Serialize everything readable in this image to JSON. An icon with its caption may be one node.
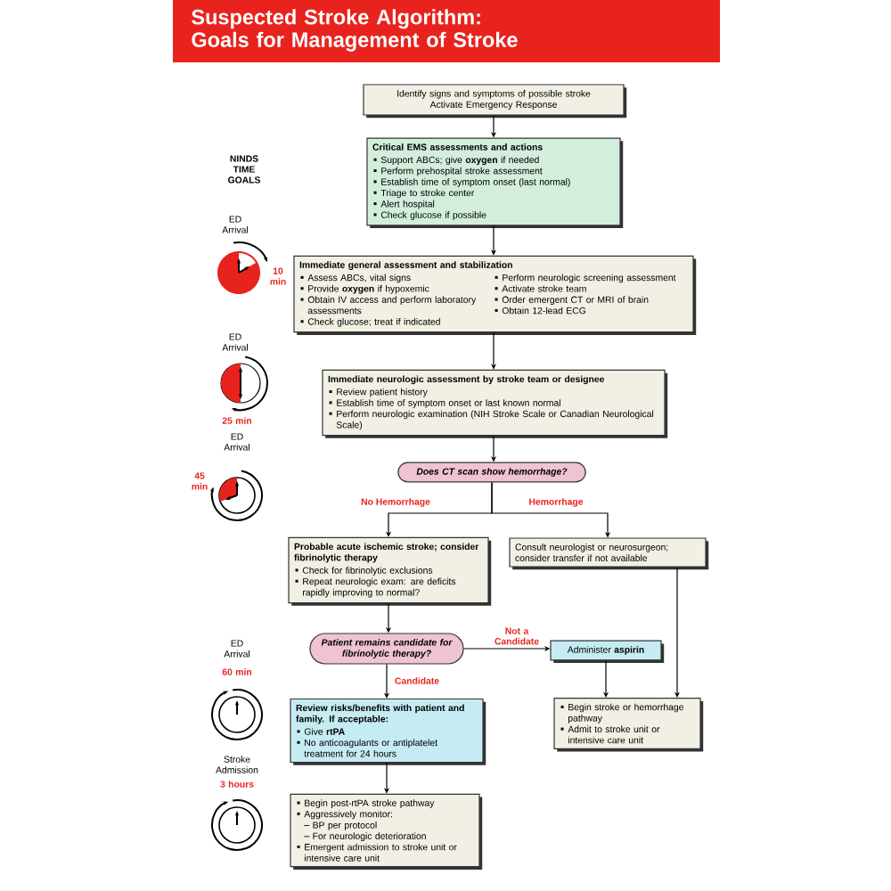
{
  "diagram": {
    "title": "Suspected Stroke Algorithm: Goals for Management of Stroke",
    "nodes": [
      {
        "text": [
          "Identify signs and symptoms of possible stroke",
          "Activate Emergency Response"
        ]
      },
      {
        "text": [
          "Critical EMS assessments and actions",
          "Support ABCs; give **oxygen** if needed",
          "Perform prehospital stroke assessment",
          "Establish time of symptom onset (last normal)",
          "Triage to stroke center",
          "Alert hospital",
          "Check glucose if possible"
        ]
      },
      {
        "text": [
          "Immediate general assessment and stabilization",
          "Assess ABCs, vital signs",
          "Provide **oxygen** if hypoxemic",
          "Obtain IV access and perform laboratory assessments",
          "Check glucose; treat if indicated",
          "Perform neurologic screening assessment",
          "Activate stroke team",
          "Order emergent CT or MRI of brain",
          "Obtain 12-lead ECG"
        ]
      },
      {
        "text": [
          "Immediate neurologic assessment by stroke team or designee",
          "Review patient history",
          "Establish time of symptom onset or last known normal",
          "Perform neurologic examination (NIH Stroke Scale or Canadian Neurological Scale)"
        ]
      },
      {
        "text": [
          "Does CT scan show hemorrhage?"
        ]
      },
      {
        "text": [
          "Probable acute ischemic stroke; consider fibrinolytic therapy",
          "Check for fibrinolytic exclusions",
          "Repeat neurologic exam: are deficits rapidly improving to normal?"
        ]
      },
      {
        "text": [
          "Consult neurologist or neurosurgeon; consider transfer if not available"
        ]
      },
      {
        "text": [
          "Patient remains candidate for fibrinolytic therapy?"
        ]
      },
      {
        "text": [
          "Administer **aspirin**"
        ]
      },
      {
        "text": [
          "Review risks/benefits with patient and family. If acceptable:",
          "Give **rtPA**",
          "No anticoagulants or antiplatelet treatment for 24 hours"
        ]
      },
      {
        "text": [
          "Begin stroke or hemorrhage pathway",
          "Admit to stroke unit or intensive care unit"
        ]
      },
      {
        "text": [
          "Begin post-rtPA stroke pathway",
          "Aggressively monitor:",
          "BP per protocol",
          "For neurologic deterioration",
          "Emergent admission to stroke unit or intensive care unit"
        ]
      }
    ],
    "edges": [
      {
        "from": 0,
        "to": 1,
        "arrow": "to"
      },
      {
        "from": 1,
        "to": 2,
        "arrow": "to"
      },
      {
        "from": 2,
        "to": 3,
        "arrow": "to"
      },
      {
        "from": 3,
        "to": 4,
        "arrow": "to"
      },
      {
        "from": 4,
        "to": 5,
        "arrow": "to",
        "label": "No Hemorrhage"
      },
      {
        "from": 4,
        "to": 6,
        "arrow": "to",
        "label": "Hemorrhage"
      },
      {
        "from": 5,
        "to": 7,
        "arrow": "to"
      },
      {
        "from": 7,
        "to": 8,
        "arrow": "to",
        "label": "Not a Candidate"
      },
      {
        "from": 7,
        "to": 9,
        "arrow": "to",
        "label": "Candidate"
      },
      {
        "from": 8,
        "to": 10,
        "arrow": "to"
      },
      {
        "from": 6,
        "to": 10,
        "arrow": "to"
      },
      {
        "from": 9,
        "to": 11,
        "arrow": "to"
      }
    ],
    "labels": [
      "NINDS TIME GOALS",
      "ED Arrival",
      "10 min",
      "ED Arrival",
      "25 min",
      "ED Arrival",
      "45 min",
      "ED Arrival",
      "60 min",
      "Stroke Admission",
      "3 hours"
    ]
  }
}
